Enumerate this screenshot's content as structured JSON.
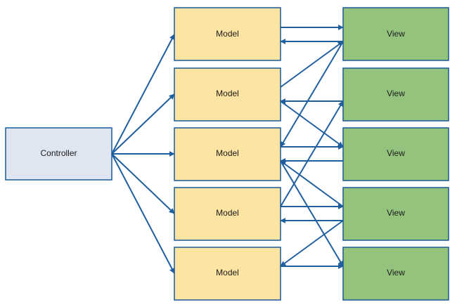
{
  "colors": {
    "controller_fill": "#dfe6f1",
    "model_fill": "#fde4a2",
    "view_fill": "#94c37d",
    "border": "#1a5a9a",
    "arrow": "#1f5fa0"
  },
  "controller": {
    "label": "Controller"
  },
  "models": [
    {
      "label": "Model"
    },
    {
      "label": "Model"
    },
    {
      "label": "Model"
    },
    {
      "label": "Model"
    },
    {
      "label": "Model"
    }
  ],
  "views": [
    {
      "label": "View"
    },
    {
      "label": "View"
    },
    {
      "label": "View"
    },
    {
      "label": "View"
    },
    {
      "label": "View"
    }
  ],
  "edges": [
    {
      "from": "controller",
      "to": "model-1"
    },
    {
      "from": "controller",
      "to": "model-2"
    },
    {
      "from": "controller",
      "to": "model-3"
    },
    {
      "from": "controller",
      "to": "model-4"
    },
    {
      "from": "controller",
      "to": "model-5"
    },
    {
      "from": "model-1",
      "to": "view-1"
    },
    {
      "from": "view-1",
      "to": "model-1"
    },
    {
      "from": "model-2",
      "to": "view-1"
    },
    {
      "from": "view-1",
      "to": "model-3"
    },
    {
      "from": "view-2",
      "to": "model-2"
    },
    {
      "from": "model-4",
      "to": "view-2"
    },
    {
      "from": "model-2",
      "to": "view-3"
    },
    {
      "from": "model-3",
      "to": "view-3"
    },
    {
      "from": "view-3",
      "to": "model-3"
    },
    {
      "from": "view-4",
      "to": "model-3"
    },
    {
      "from": "model-4",
      "to": "view-4"
    },
    {
      "from": "view-4",
      "to": "model-4"
    },
    {
      "from": "model-3",
      "to": "view-5"
    },
    {
      "from": "view-4",
      "to": "model-5"
    },
    {
      "from": "model-5",
      "to": "view-5"
    }
  ]
}
